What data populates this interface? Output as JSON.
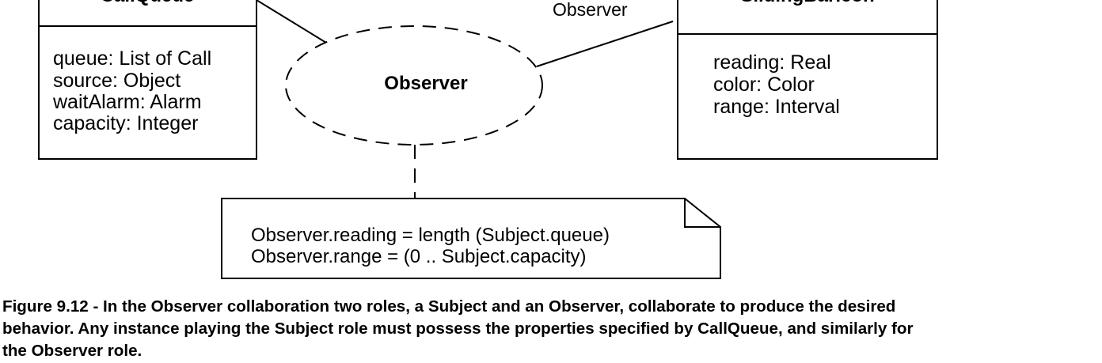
{
  "diagram": {
    "collaboration": {
      "name": "Observer"
    },
    "connector_roles": {
      "right": "Observer"
    },
    "left_class": {
      "name": "CallQueue",
      "attributes": [
        "queue: List of Call",
        "source: Object",
        "waitAlarm: Alarm",
        "capacity: Integer"
      ]
    },
    "right_class": {
      "name": "SlidingBarIcon",
      "attributes": [
        "reading: Real",
        "color: Color",
        "range: Interval"
      ]
    },
    "note": {
      "lines": [
        "Observer.reading = length (Subject.queue)",
        "Observer.range = (0 .. Subject.capacity)"
      ]
    }
  },
  "caption": {
    "lines": [
      "Figure 9.12 - In the Observer collaboration two roles, a Subject and an Observer, collaborate to produce the desired",
      "behavior. Any instance playing the Subject role must possess the properties specified by CallQueue, and similarly for",
      "the Observer role."
    ]
  }
}
